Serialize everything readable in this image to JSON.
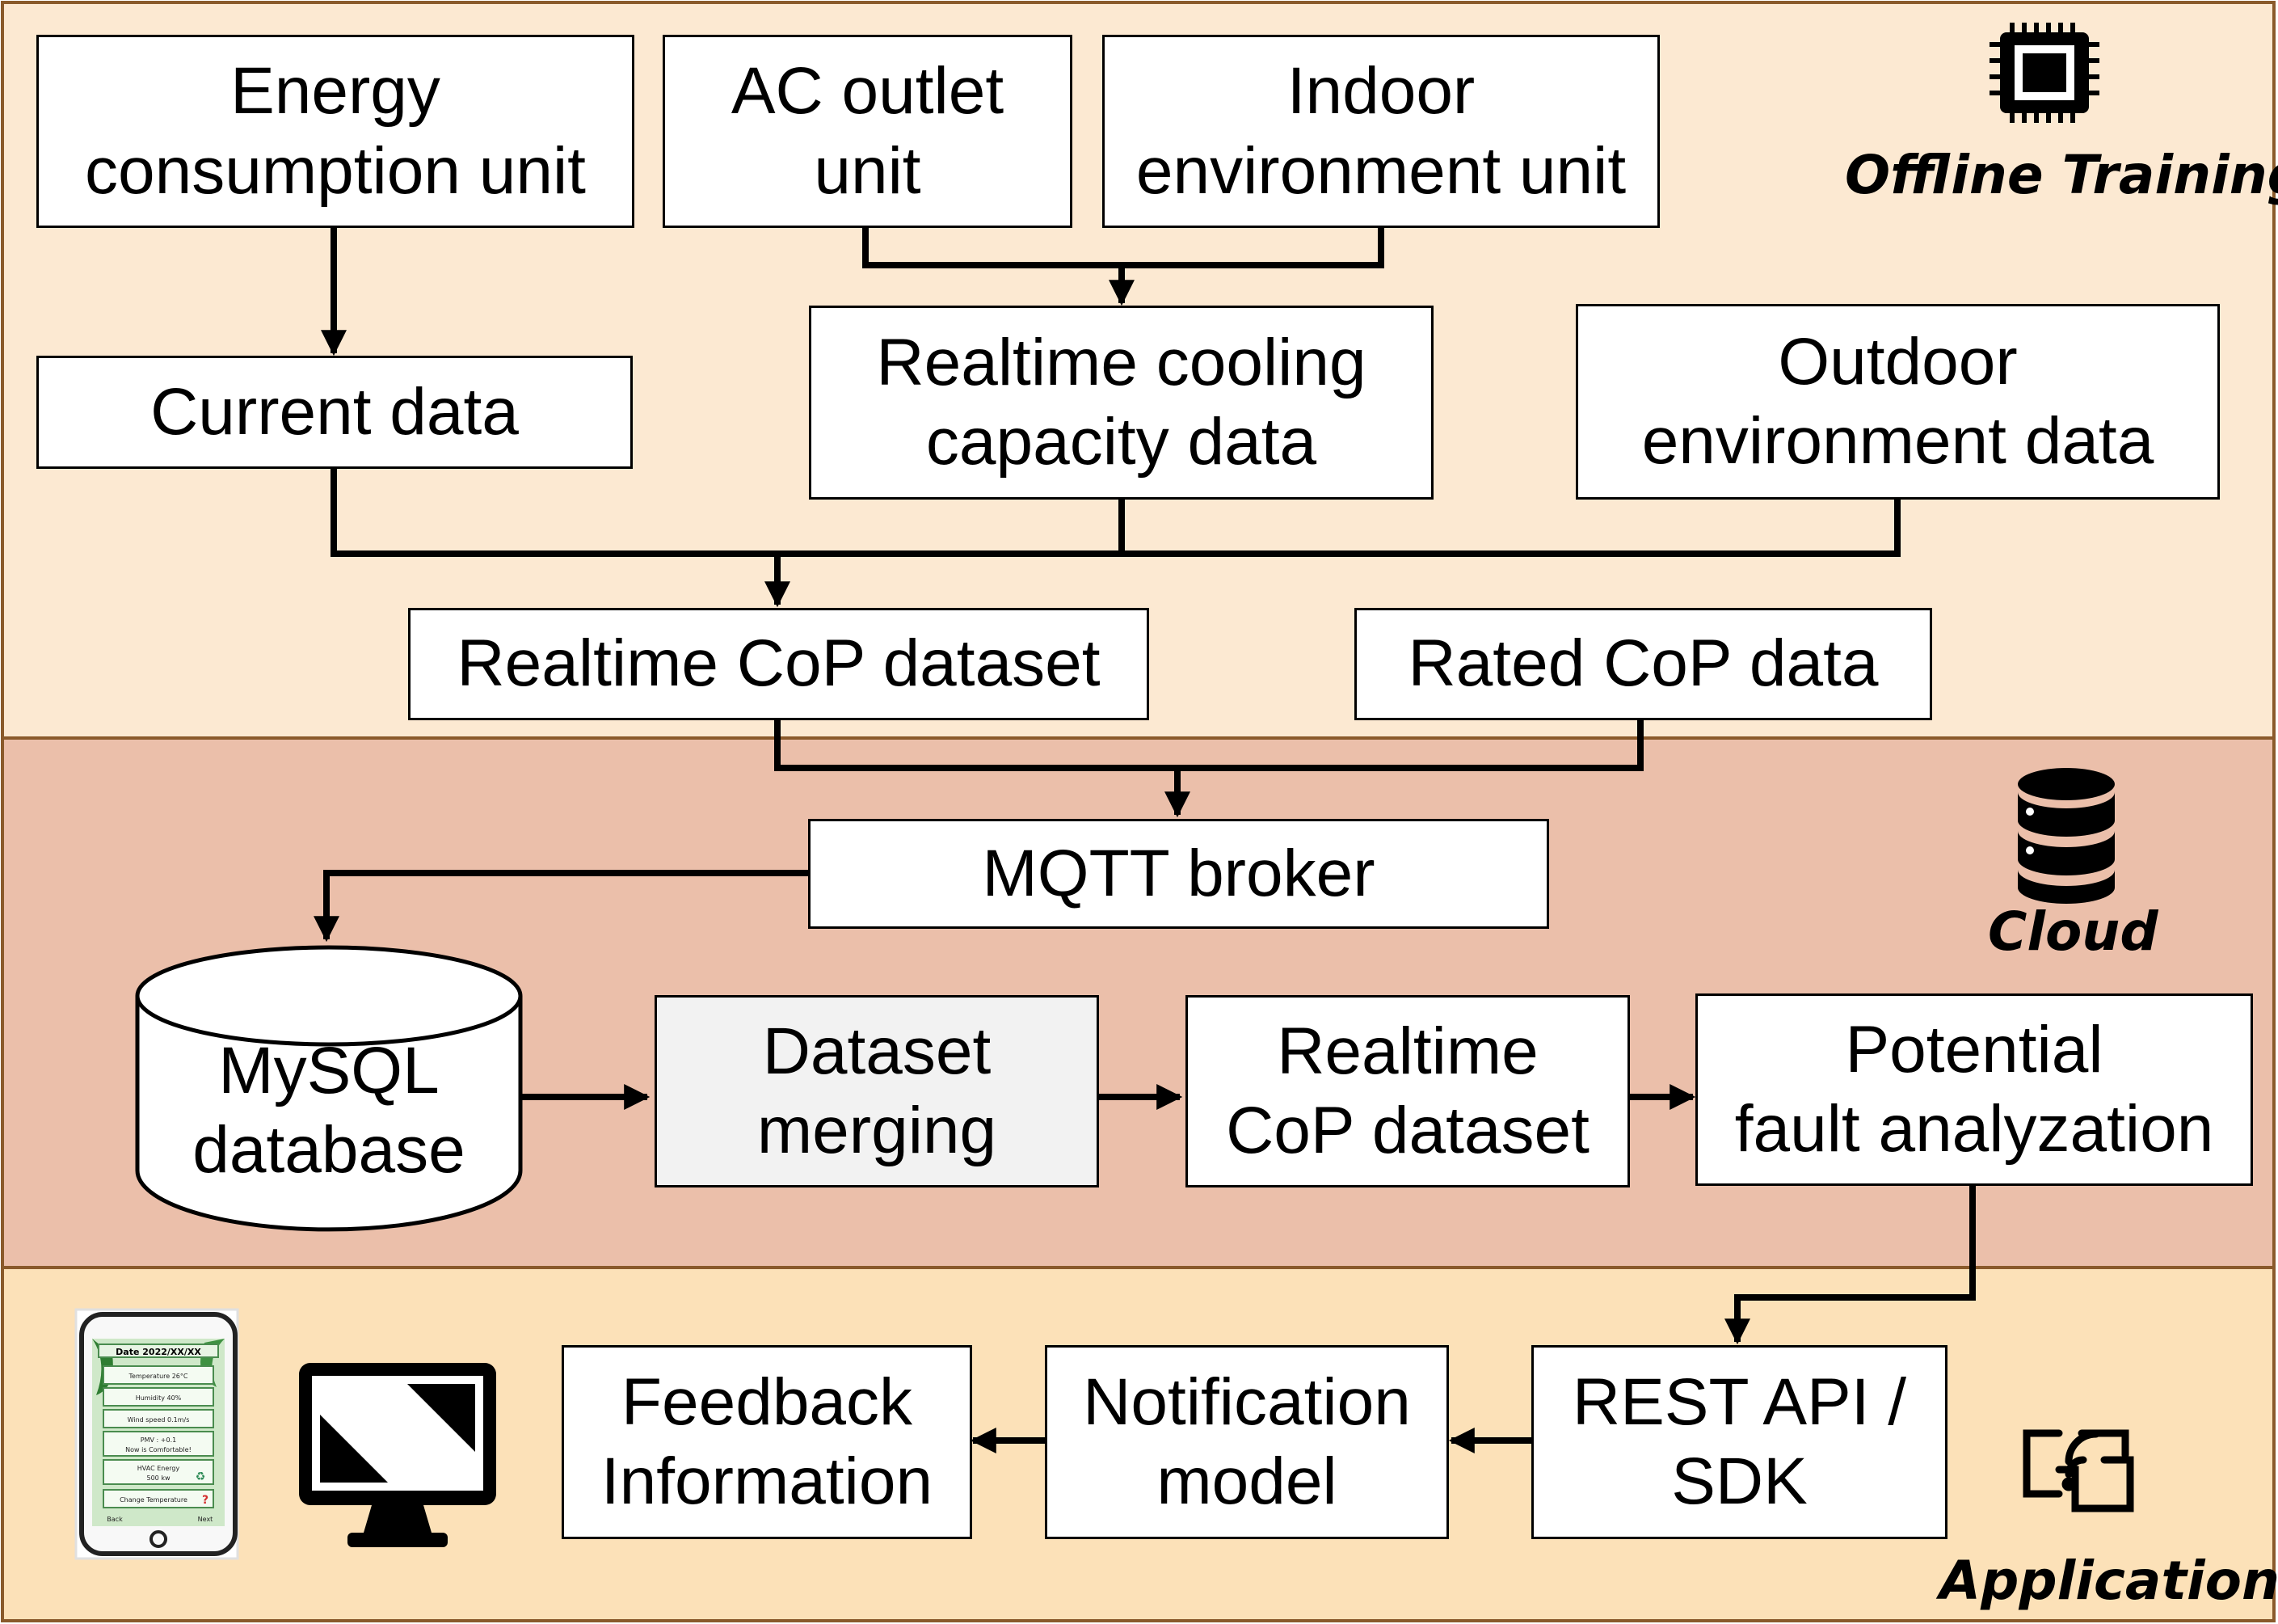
{
  "sections": {
    "offline": {
      "label": "Offline Training",
      "fill": "#fce9d2"
    },
    "cloud": {
      "label": "Cloud",
      "fill": "#ebbfaa"
    },
    "application": {
      "label": "Application",
      "fill": "#fce1b8"
    }
  },
  "nodes": {
    "energy_consumption_unit": "Energy\nconsumption unit",
    "ac_outlet_unit": "AC outlet\nunit",
    "indoor_environment_unit": "Indoor\nenvironment unit",
    "current_data": "Current data",
    "realtime_cooling_capacity_data": "Realtime cooling\ncapacity data",
    "outdoor_environment_data": "Outdoor\nenvironment data",
    "realtime_cop_dataset_offline": "Realtime CoP dataset",
    "rated_cop_data": "Rated CoP data",
    "mqtt_broker": "MQTT broker",
    "mysql_database": "MySQL\ndatabase",
    "dataset_merging": "Dataset\nmerging",
    "realtime_cop_dataset_cloud": "Realtime\nCoP dataset",
    "potential_fault_analyzation": "Potential\nfault analyzation",
    "rest_api_sdk": "REST API /\nSDK",
    "notification_model": "Notification\nmodel",
    "feedback_information": "Feedback\nInformation"
  },
  "phone_screen": {
    "date": "Date 2022/XX/XX",
    "temperature": "Temperature 26°C",
    "humidity": "Humidity 40%",
    "wind_speed": "Wind speed 0.1m/s",
    "pmv": "PMV : +0.1",
    "comfort": "Now is Comfortable!",
    "hvac_energy": "HVAC Energy",
    "hvac_value": "500 kw",
    "change_temperature": "Change Temperature",
    "back": "Back",
    "next": "Next"
  },
  "icons": [
    "chip-icon",
    "database-icon",
    "phone-icon",
    "monitor-icon",
    "wireless-display-icon"
  ]
}
